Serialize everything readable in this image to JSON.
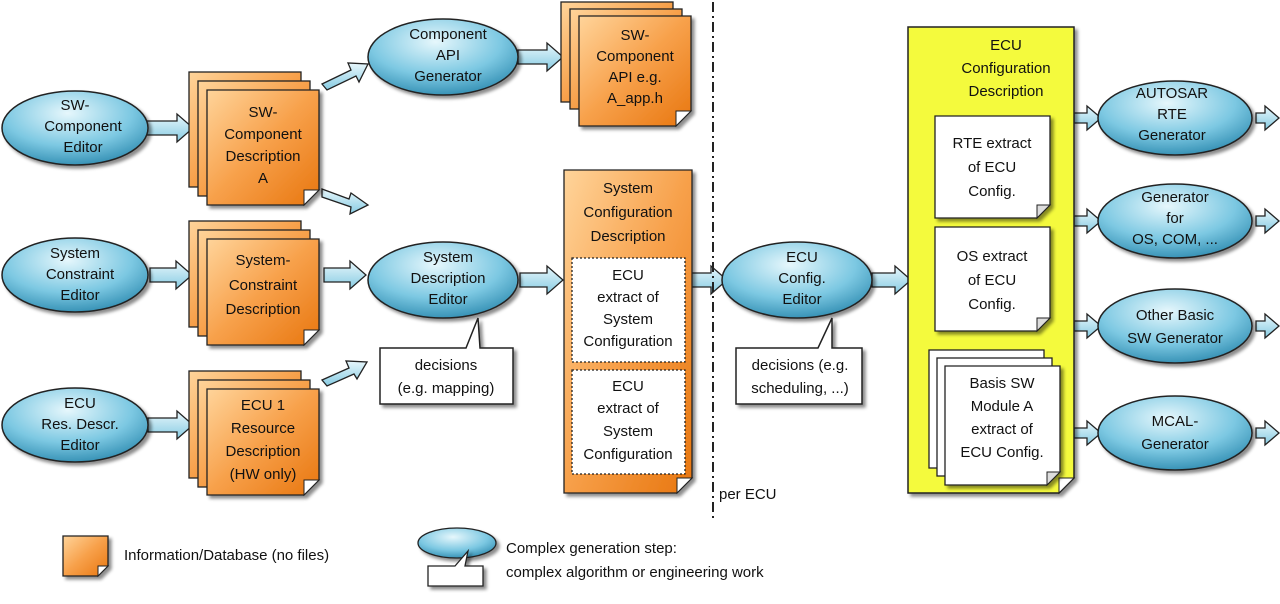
{
  "editors": {
    "sw_component_editor": [
      "SW-",
      "Component",
      "Editor"
    ],
    "system_constraint_editor": [
      "System",
      "Constraint",
      "Editor"
    ],
    "ecu_res_descr_editor": [
      "ECU",
      "Res. Descr.",
      "Editor"
    ],
    "component_api_generator": [
      "Component",
      "API",
      "Generator"
    ],
    "system_description_editor": [
      "System",
      "Description",
      "Editor"
    ],
    "ecu_config_editor": [
      "ECU",
      "Config.",
      "Editor"
    ]
  },
  "databases": {
    "sw_component_description": [
      "SW-",
      "Component",
      "Description",
      "A"
    ],
    "system_constraint_description": [
      "System-",
      "Constraint",
      "Description"
    ],
    "ecu1_resource_description": [
      "ECU 1",
      "Resource",
      "Description",
      "(HW only)"
    ],
    "sw_component_api": [
      "SW-",
      "Component",
      "API e.g.",
      "A_app.h"
    ],
    "system_configuration_description": [
      "System",
      "Configuration",
      "Description"
    ],
    "ecu_extract_1": [
      "ECU",
      "extract of",
      "System",
      "Configuration"
    ],
    "ecu_extract_2": [
      "ECU",
      "extract of",
      "System",
      "Configuration"
    ]
  },
  "callouts": {
    "decisions_mapping": [
      "decisions",
      "(e.g. mapping)"
    ],
    "decisions_scheduling": [
      "decisions (e.g.",
      "scheduling, ...)"
    ]
  },
  "per_ecu_label": "per ECU",
  "ecu_configuration": {
    "title": [
      "ECU",
      "Configuration",
      "Description"
    ],
    "rte_extract": [
      "RTE extract",
      "of ECU",
      "Config."
    ],
    "os_extract": [
      "OS extract",
      "of ECU",
      "Config."
    ],
    "basis_sw_extract": [
      "Basis SW",
      "Module A",
      "extract of",
      "ECU Config."
    ]
  },
  "generators": {
    "autosar_rte": [
      "AUTOSAR",
      "RTE",
      "Generator"
    ],
    "os_com": [
      "Generator",
      "for",
      "OS, COM, ..."
    ],
    "other_basic_sw": [
      "Other Basic",
      "SW Generator"
    ],
    "mcal": [
      "MCAL-",
      "Generator"
    ]
  },
  "legend": {
    "database": "Information/Database (no files)",
    "step_line1": "Complex generation step:",
    "step_line2": "complex algorithm or engineering work"
  },
  "colors": {
    "ellipse_light": "#d9f0f8",
    "ellipse_dark": "#1f8bb0",
    "orange_light": "#ffc27a",
    "orange_dark": "#f07e1a",
    "yellow": "#f4fa3c",
    "arrow_fill": "#a9dcec",
    "stroke": "#222222"
  }
}
